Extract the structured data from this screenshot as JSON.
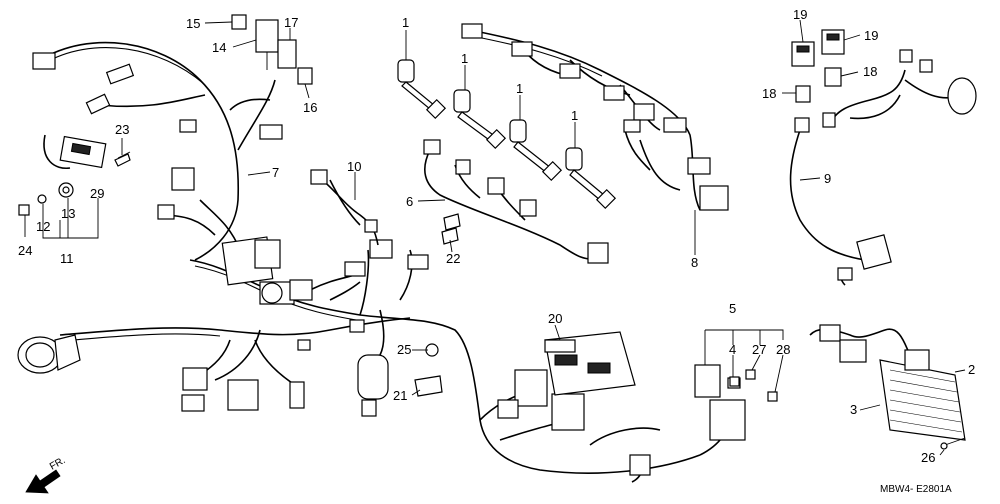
{
  "diagram": {
    "callouts": [
      "1",
      "1",
      "1",
      "1",
      "2",
      "3",
      "4",
      "5",
      "6",
      "7",
      "8",
      "9",
      "10",
      "11",
      "12",
      "13",
      "14",
      "15",
      "16",
      "17",
      "18",
      "18",
      "19",
      "19",
      "20",
      "21",
      "22",
      "23",
      "24",
      "25",
      "26",
      "27",
      "28",
      "29"
    ],
    "direction_label": "FR.",
    "diagram_code": "MBW4- E2801A"
  }
}
